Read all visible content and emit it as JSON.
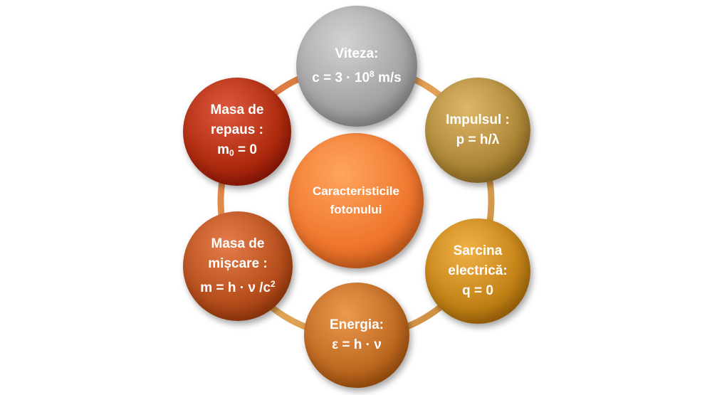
{
  "center": {
    "line1": "Caracteristicile",
    "line2": "fotonului",
    "color": "#f07830"
  },
  "nodes": {
    "viteza": {
      "label": "Viteza:",
      "formula_pre": "c = 3 · 10",
      "formula_sup": "8",
      "formula_post": " m/s",
      "color": "#a6a6a6"
    },
    "impuls": {
      "label": "Impulsul :",
      "formula": "p = h/λ",
      "color": "#b08a3a"
    },
    "sarcina": {
      "label1": "Sarcina",
      "label2": "electrică:",
      "formula": "q = 0",
      "color": "#c58418"
    },
    "energie": {
      "label": "Energia:",
      "formula": "ε = h · ν",
      "color": "#c06b22"
    },
    "masa_miscare": {
      "label1": "Masa de",
      "label2": "mișcare :",
      "formula_pre": "m = h · ν /c",
      "formula_sup": "2",
      "color": "#b8501e"
    },
    "masa_repaus": {
      "label1": "Masa de",
      "label2": "repaus :",
      "formula_pre": "m",
      "formula_sub": "0",
      "formula_post": " = 0",
      "color": "#b02c10"
    }
  }
}
